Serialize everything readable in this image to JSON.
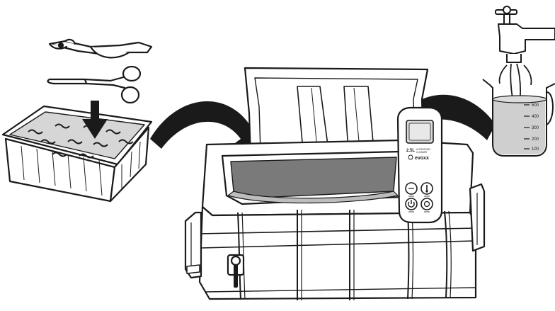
{
  "panel": {
    "brand": "evoxx",
    "capacity_label": "2.5L",
    "model_line_1": "ULTRASONIC",
    "model_line_2": "CLEANER"
  },
  "beaker": {
    "scale_labels": [
      "500",
      "400",
      "300",
      "200",
      "100"
    ]
  },
  "colors": {
    "line": "#1a1a1a",
    "liquid": "#cfcfcf",
    "tank_interior": "#7a7a7a",
    "display": "#d9d9d9"
  },
  "icons": {
    "arrows": "curved-arrow-icon",
    "tap": "water-tap-icon",
    "power": "power-icon",
    "heat": "thermometer-icon",
    "timer": "timer-icon"
  }
}
